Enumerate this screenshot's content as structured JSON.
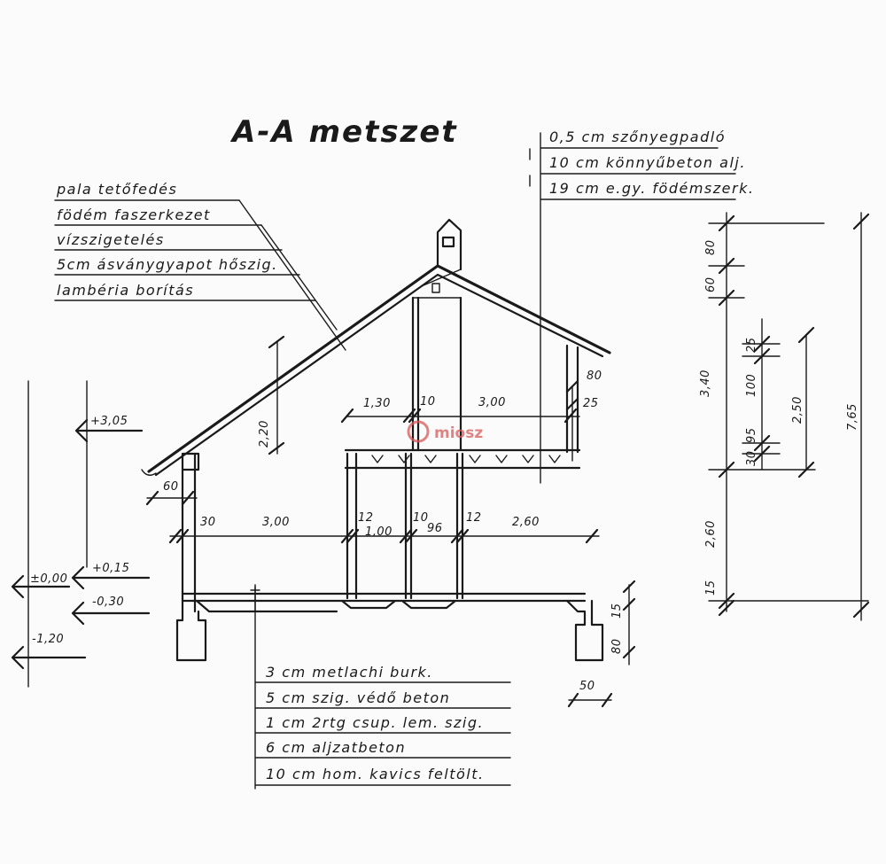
{
  "title": "A-A metszet",
  "watermark": "miosz",
  "roof_notes": [
    "pala tetőfedés",
    "födém faszerkezet",
    "vízszigetelés",
    "5cm ásványgyapot hőszig.",
    "lambéria borítás"
  ],
  "floor_notes": [
    "0,5 cm szőnyegpadló",
    "10 cm könnyűbeton alj.",
    "19 cm e.gy. födémszerk."
  ],
  "base_notes": [
    "3 cm   metlachi burk.",
    "5 cm   szig. védő beton",
    "1 cm   2rtg csup. lem. szig.",
    "6 cm   aljzatbeton",
    "10 cm   hom. kavics feltölt."
  ],
  "levels": {
    "l305": "+3,05",
    "l000": "±0,00",
    "l015": "+0,15",
    "lm030": "-0,30",
    "lm120": "-1,20"
  },
  "dims": {
    "d60": "60",
    "d30": "30",
    "d300a": "3,00",
    "d12a": "12",
    "d100": "1,00",
    "d10b": "10",
    "d96": "96",
    "d12b": "12",
    "d260": "2,60",
    "d130": "1,30",
    "d10a": "10",
    "d300b": "3,00",
    "d220": "2,20",
    "d80top": "80",
    "d25top": "25",
    "d15": "15",
    "d80b": "80",
    "d50": "50",
    "r80": "80",
    "r60": "60",
    "r340": "3,40",
    "r25": "25",
    "r100": "100",
    "r250": "2,50",
    "r95": "95",
    "r30": "30",
    "r260": "2,60",
    "r15": "15",
    "r765": "7,65"
  }
}
